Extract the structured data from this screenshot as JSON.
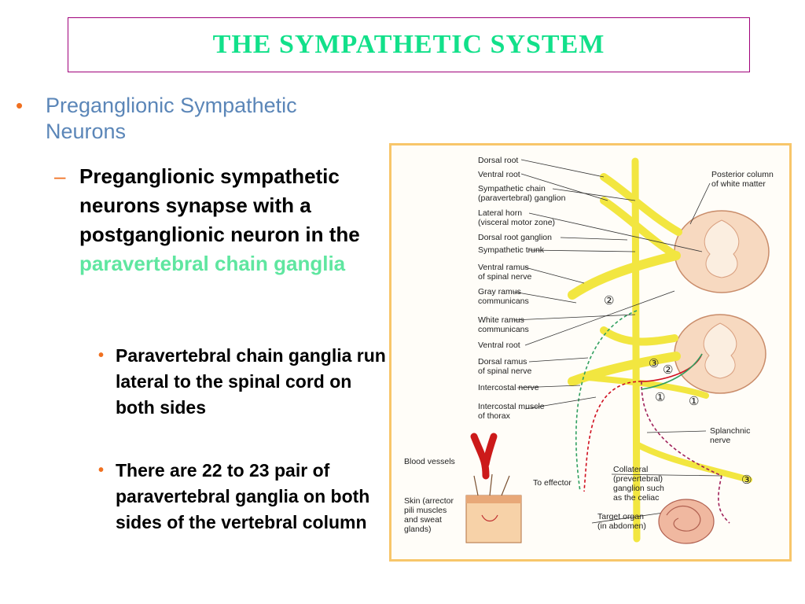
{
  "slide": {
    "title": "THE SYMPATHETIC SYSTEM",
    "bullets": {
      "l1": {
        "marker": "•",
        "text": "Preganglionic Sympathetic Neurons"
      },
      "l2": {
        "marker": "–",
        "text": "Preganglionic sympathetic neurons synapse with a postganglionic neuron in the",
        "highlight": "paravertebral chain ganglia"
      },
      "l3": [
        {
          "marker": "•",
          "text": "Paravertebral chain ganglia run lateral to the spinal cord on both sides"
        },
        {
          "marker": "•",
          "text": "There are 22 to 23 pair of paravertebral ganglia on both sides of the vertebral column"
        }
      ]
    }
  },
  "colors": {
    "title": "#12e08a",
    "title_border": "#a0007a",
    "level1_text": "#5b86b8",
    "bullet_marker": "#f07020",
    "highlight": "#5fe6a0",
    "figure_border": "#f8c66a",
    "nerve": "#f2e640",
    "cord_tissue": "#f7d9c0"
  },
  "figure": {
    "left_labels": [
      "Dorsal root",
      "Ventral root",
      "Sympathetic chain",
      "(paravertebral) ganglion",
      "Lateral horn",
      "(visceral motor zone)",
      "Dorsal root ganglion",
      "Sympathetic trunk",
      "Ventral ramus",
      "of spinal nerve",
      "Gray ramus",
      "communicans",
      "White ramus",
      "communicans",
      "Ventral root",
      "Dorsal ramus",
      "of spinal nerve",
      "Intercostal nerve",
      "Intercostal muscle",
      "of thorax"
    ],
    "right_labels": {
      "posterior_column": [
        "Posterior column",
        "of white matter"
      ],
      "splanchnic": [
        "Splanchnic",
        "nerve"
      ],
      "collateral": [
        "Collateral",
        "(prevertebral)",
        "ganglion such",
        "as the celiac"
      ],
      "target_organ": [
        "Target organ",
        "(in abdomen)"
      ]
    },
    "bottom_labels": {
      "blood_vessels": "Blood vessels",
      "to_effector": "To effector",
      "skin": [
        "Skin (arrector",
        "pili muscles",
        "and sweat",
        "glands)"
      ]
    },
    "circled_numbers": [
      "②",
      "③",
      "②",
      "①",
      "①",
      "③"
    ]
  }
}
